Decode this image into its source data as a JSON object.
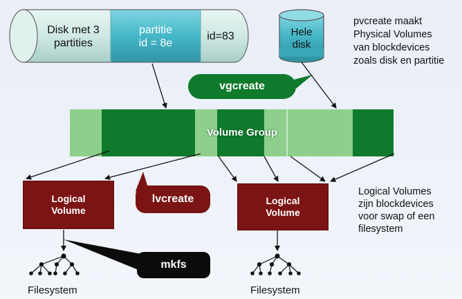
{
  "diagram": {
    "disk_cylinder": {
      "segment_1": "Disk met 3\npartities",
      "segment_2": "partitie\nid = 8e",
      "segment_3": "id=83"
    },
    "whole_disk": "Hele\ndisk",
    "pvcreate_note": "pvcreate maakt\nPhysical Volumes\nvan blockdevices\nzoals disk en partitie",
    "vgcreate_label": "vgcreate",
    "volume_group_label": "Volume Group",
    "lvcreate_label": "lvcreate",
    "mkfs_label": "mkfs",
    "logical_volume_left": "Logical\nVolume",
    "logical_volume_right": "Logical\nVolume",
    "lv_note": "Logical Volumes\nzijn blockdevices\nvoor swap of een\nfilesystem",
    "filesystem_left": "Filesystem",
    "filesystem_right": "Filesystem",
    "colors": {
      "cylinder_light": "#cfe8e3",
      "cylinder_teal": "#45b7c7",
      "green_dark": "#0f7a2c",
      "green_light": "#8fcf8c",
      "lv_red": "#7b1414",
      "mkfs_black": "#0b0b0b"
    }
  }
}
